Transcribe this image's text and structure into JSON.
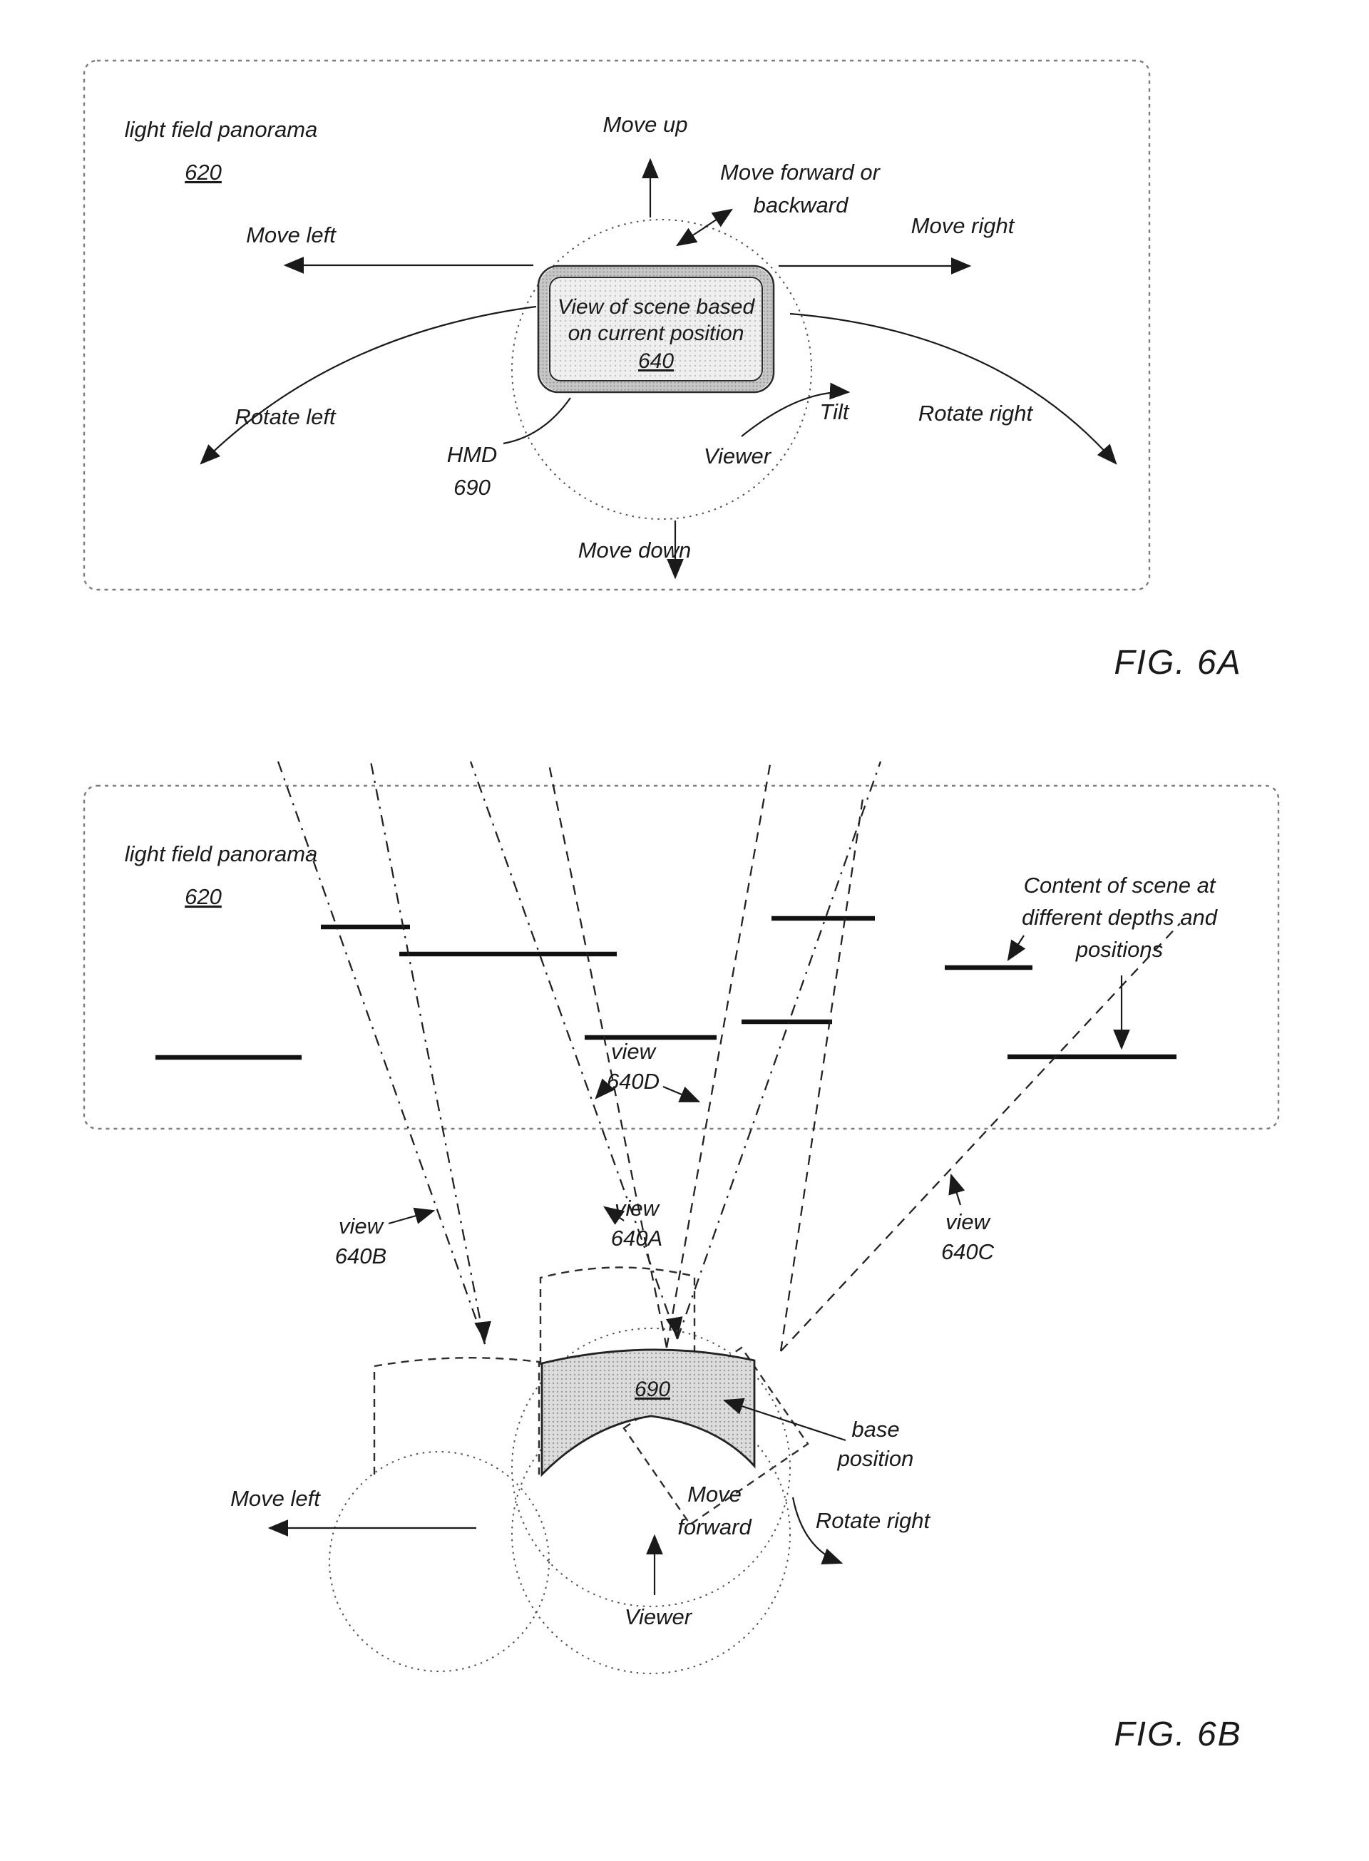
{
  "colors": {
    "ink": "#1a1a1a",
    "box_border": "#7d7d7d",
    "hmd_border": "#b3b3b3",
    "hmd_fill": "#efefef",
    "band_fill": "#dcdcdc"
  },
  "fig6a": {
    "panorama_label": "light field panorama",
    "panorama_ref": "620",
    "hmd_screen": {
      "line1": "View of scene based",
      "line2": "on current position",
      "ref": "640"
    },
    "labels": {
      "move_up": "Move up",
      "move_fwd_back_1": "Move forward or",
      "move_fwd_back_2": "backward",
      "move_left": "Move left",
      "move_right": "Move right",
      "rotate_left": "Rotate left",
      "rotate_right": "Rotate right",
      "tilt": "Tilt",
      "hmd_line1": "HMD",
      "hmd_line2": "690",
      "viewer": "Viewer",
      "move_down": "Move down"
    },
    "caption": "FIG. 6A"
  },
  "fig6b": {
    "panorama_label": "light field panorama",
    "panorama_ref": "620",
    "content_note": {
      "line1": "Content of scene at",
      "line2": "different depths and",
      "line3": "positions"
    },
    "views": {
      "a": {
        "line1": "view",
        "line2": "640A"
      },
      "b": {
        "line1": "view",
        "line2": "640B"
      },
      "c": {
        "line1": "view",
        "line2": "640C"
      },
      "d": {
        "line1": "view",
        "line2": "640D"
      }
    },
    "hmd_ref": "690",
    "labels": {
      "base_position_1": "base",
      "base_position_2": "position",
      "rotate_right": "Rotate right",
      "move_left": "Move left",
      "move_forward_1": "Move",
      "move_forward_2": "forward",
      "viewer": "Viewer"
    },
    "caption": "FIG. 6B"
  }
}
